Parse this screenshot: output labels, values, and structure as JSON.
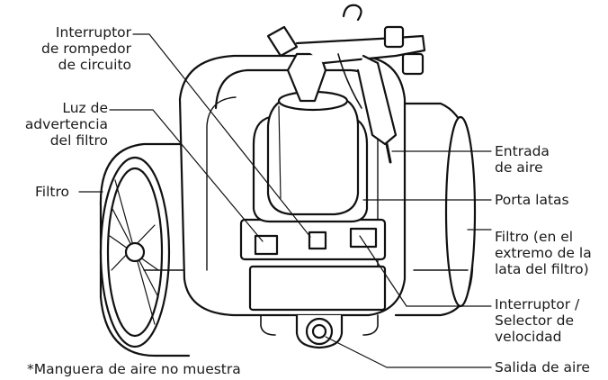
{
  "labels": {
    "circuit_breaker": "Interruptor\nde rompedor\nde circuito",
    "filter_warning_light": "Luz de\nadvertencia\ndel filtro",
    "filter_left": "Filtro",
    "air_inlet": "Entrada\nde aire",
    "can_holder": "Porta latas",
    "filter_right": "Filtro (en el\nextremo de la\nlata del filtro)",
    "switch_speed_selector": "Interruptor /\nSelector de\nvelocidad",
    "air_outlet": "Salida de aire",
    "hose_note": "*Manguera de aire no muestra"
  }
}
